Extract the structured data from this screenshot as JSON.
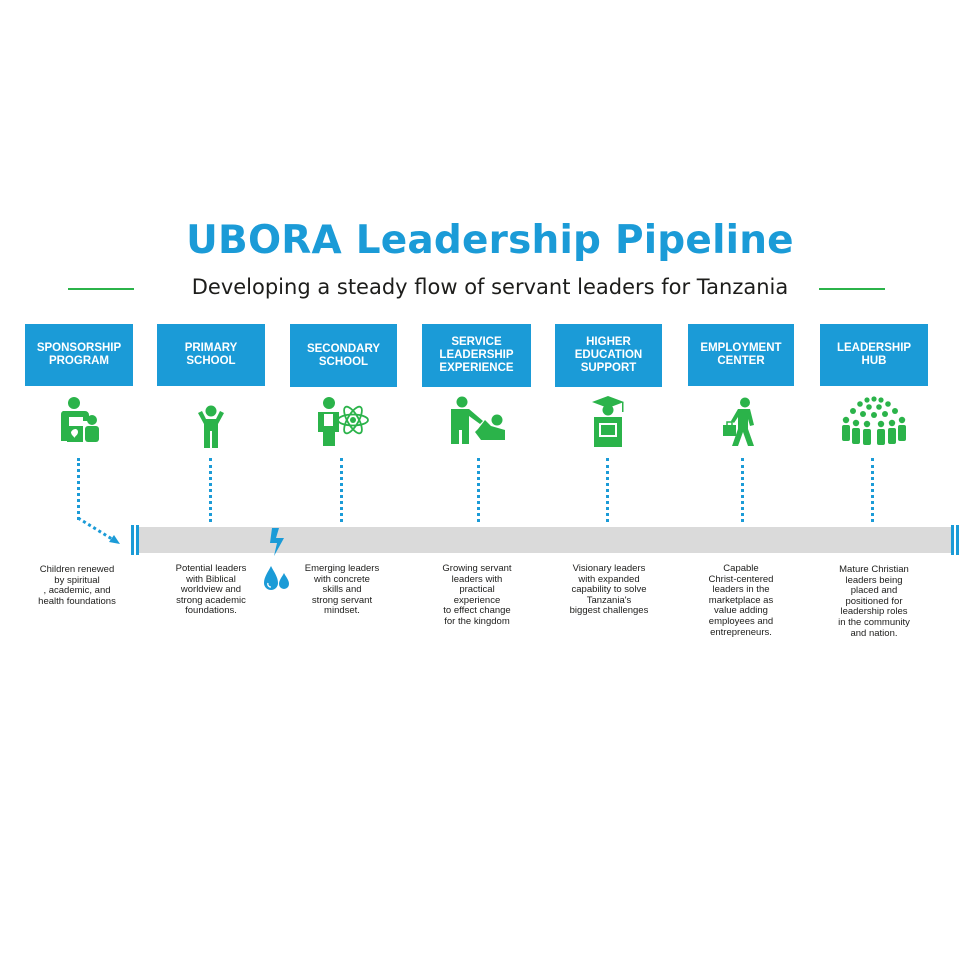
{
  "title": "UBORA Leadership Pipeline",
  "subtitle": "Developing a steady flow of servant leaders for Tanzania",
  "colors": {
    "accent_blue": "#1b9bd7",
    "accent_green": "#2bb34a",
    "pipe_gray": "#dadada"
  },
  "stages": [
    {
      "label": "SPONSORSHIP\nPROGRAM",
      "icon": "parent-child-icon",
      "description": "Children renewed\nby spiritual\n, academic, and\nhealth foundations"
    },
    {
      "label": "PRIMARY\nSCHOOL",
      "icon": "child-icon",
      "description": "Potential leaders\nwith Biblical\nworldview and\nstrong academic\nfoundations."
    },
    {
      "label": "SECONDARY\nSCHOOL",
      "icon": "student-atom-icon",
      "description": "Emerging leaders\nwith concrete\nskills and\nstrong servant\nmindset."
    },
    {
      "label": "SERVICE\nLEADERSHIP\nEXPERIENCE",
      "icon": "helping-hand-icon",
      "description": "Growing servant\nleaders with\npractical\nexperience\nto effect change\nfor the kingdom"
    },
    {
      "label": "HIGHER\nEDUCATION\nSUPPORT",
      "icon": "graduate-icon",
      "description": "Visionary leaders\nwith expanded\ncapability to solve\nTanzania's\nbiggest challenges"
    },
    {
      "label": "EMPLOYMENT\nCENTER",
      "icon": "businessman-icon",
      "description": "Capable\nChrist-centered\nleaders in the\nmarketplace as\nvalue adding\nemployees and\nentrepreneurs."
    },
    {
      "label": "LEADERSHIP\nHUB",
      "icon": "crowd-icon",
      "description": "Mature Christian\nleaders being\nplaced and\npositioned for\nleadership roles\nin the community\nand nation."
    }
  ]
}
